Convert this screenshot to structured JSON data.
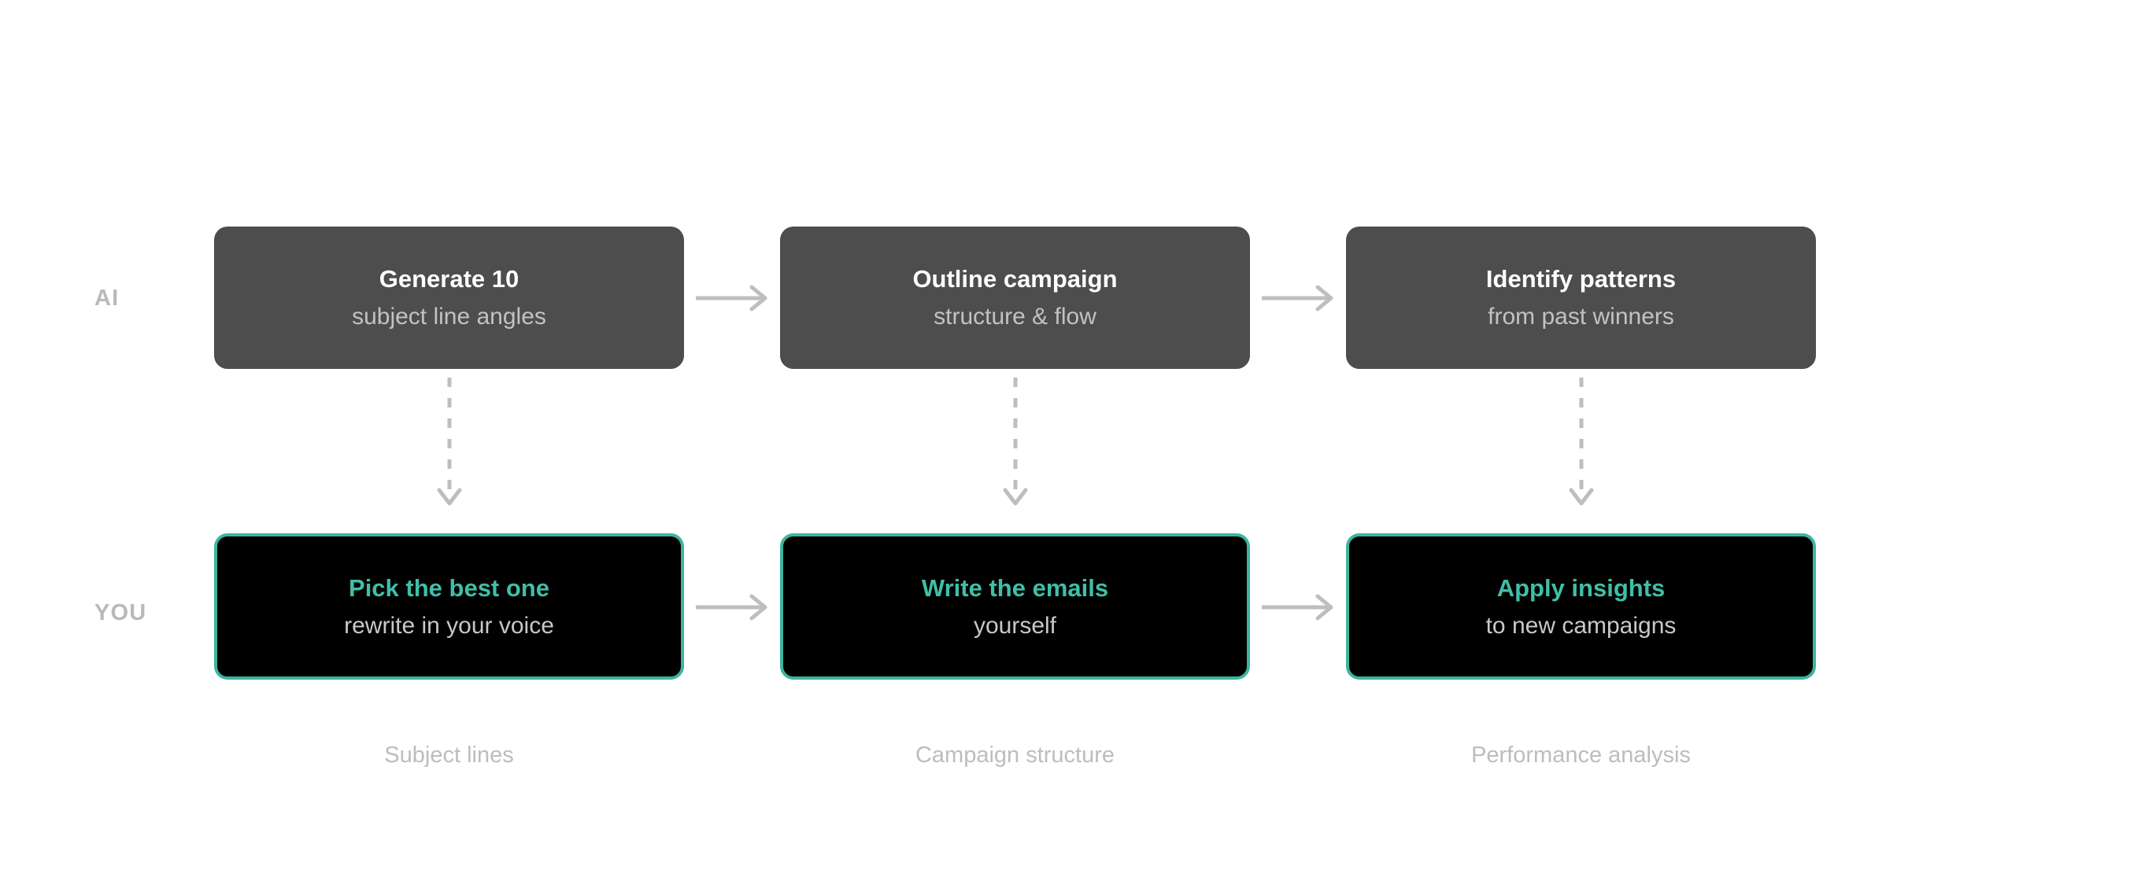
{
  "diagram": {
    "rows": [
      {
        "label": "AI",
        "nodes": [
          {
            "title": "Generate 10",
            "subtitle": "subject line angles"
          },
          {
            "title": "Outline campaign",
            "subtitle": "structure & flow"
          },
          {
            "title": "Identify patterns",
            "subtitle": "from past winners"
          }
        ]
      },
      {
        "label": "YOU",
        "nodes": [
          {
            "title": "Pick the best one",
            "subtitle": "rewrite in your voice"
          },
          {
            "title": "Write the emails",
            "subtitle": "yourself"
          },
          {
            "title": "Apply insights",
            "subtitle": "to new campaigns"
          }
        ]
      }
    ],
    "captions": [
      "Subject lines",
      "Campaign structure",
      "Performance analysis"
    ],
    "colors": {
      "background": "#ffffff",
      "ai_box_fill": "#4d4d4d",
      "ai_title_text": "#ffffff",
      "ai_subtitle_text": "#c2c2c2",
      "you_box_fill": "#000000",
      "you_box_border": "#3cb5a0",
      "you_title_text": "#3fbfa8",
      "you_subtitle_text": "#c8c8c8",
      "row_label_text": "#b9b9b9",
      "caption_text": "#bdbdbd",
      "connector": "#bebebe"
    },
    "connectors": {
      "horizontal_style": "solid-arrow",
      "vertical_style": "dashed-arrow",
      "horizontal_count": 4,
      "vertical_count": 3
    }
  }
}
